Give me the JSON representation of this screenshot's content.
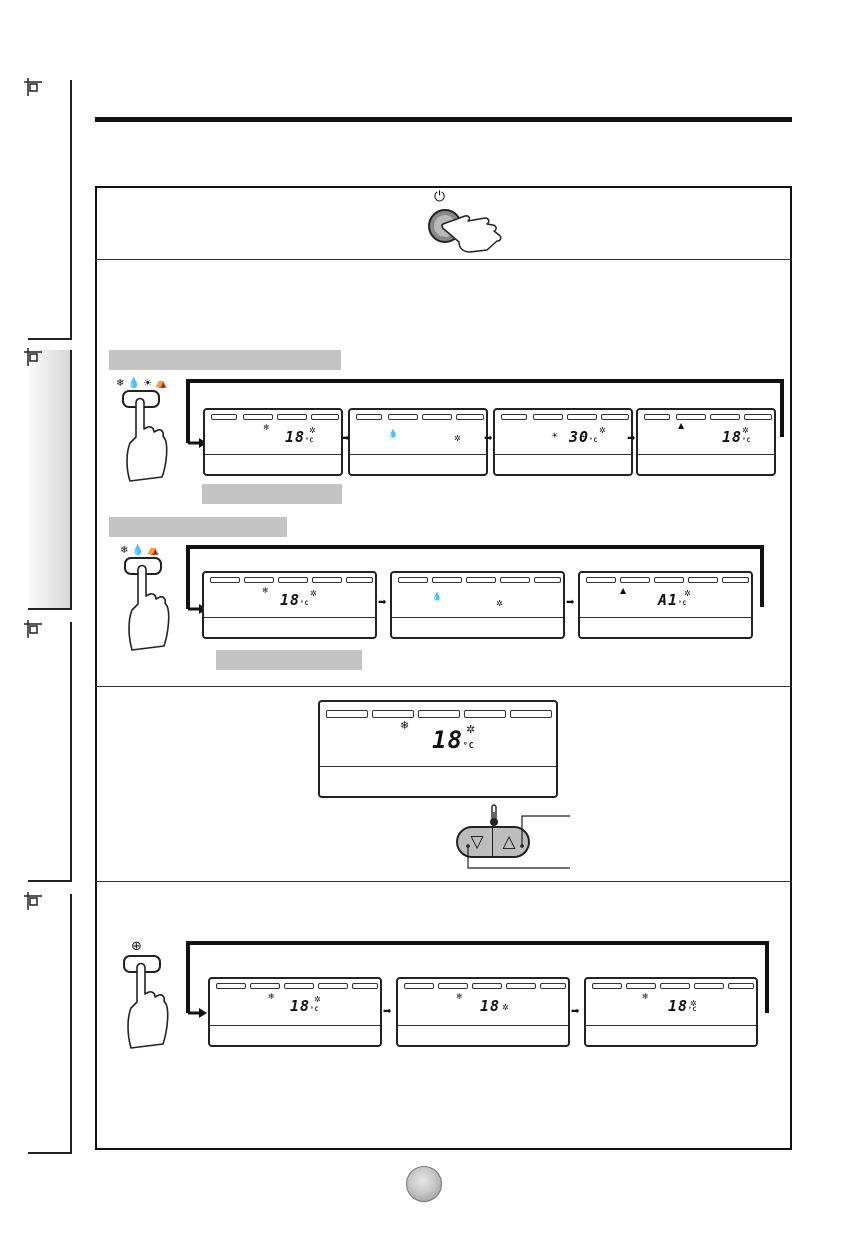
{
  "page": {
    "page_number_badge": ""
  },
  "power_section": {
    "power_symbol": "⏻"
  },
  "mode_section": {
    "heatpump_mode_button_icons": "❄ 💧 ☀ ⛺",
    "cooling_mode_button_icons": "❄ 💧 ⛺",
    "heatpump_sequence": [
      {
        "mode_icon": "❄",
        "temp": "18",
        "unit": "°C",
        "fan_icon": "✲"
      },
      {
        "mode_icon": "💧",
        "temp": "",
        "unit": "",
        "fan_icon": "✲"
      },
      {
        "mode_icon": "☀",
        "temp": "30",
        "unit": "°C",
        "fan_icon": "✲"
      },
      {
        "mode_icon": "▲",
        "temp": "18",
        "unit": "°C",
        "fan_icon": "✲"
      }
    ],
    "cooling_sequence": [
      {
        "mode_icon": "❄",
        "temp": "18",
        "unit": "°C",
        "fan_icon": "✲"
      },
      {
        "mode_icon": "💧",
        "temp": "",
        "unit": "",
        "fan_icon": "✲"
      },
      {
        "mode_icon": "▲",
        "temp": "A1",
        "unit": "°C",
        "fan_icon": "✲"
      }
    ]
  },
  "temperature_section": {
    "display": {
      "mode_icon": "❄",
      "temp": "18",
      "unit": "°C",
      "fan_icon": "✲"
    },
    "down_symbol": "▽",
    "up_symbol": "△"
  },
  "fan_section": {
    "fan_button_icon": "⊕",
    "sequence": [
      {
        "mode_icon": "❄",
        "temp": "18",
        "unit": "°C",
        "fan_icon": "✲"
      },
      {
        "mode_icon": "❄",
        "temp": "18",
        "unit": "",
        "fan_icon": "✲"
      },
      {
        "mode_icon": "❄",
        "temp": "18",
        "unit": "°C",
        "fan_icon": "✲"
      }
    ]
  }
}
